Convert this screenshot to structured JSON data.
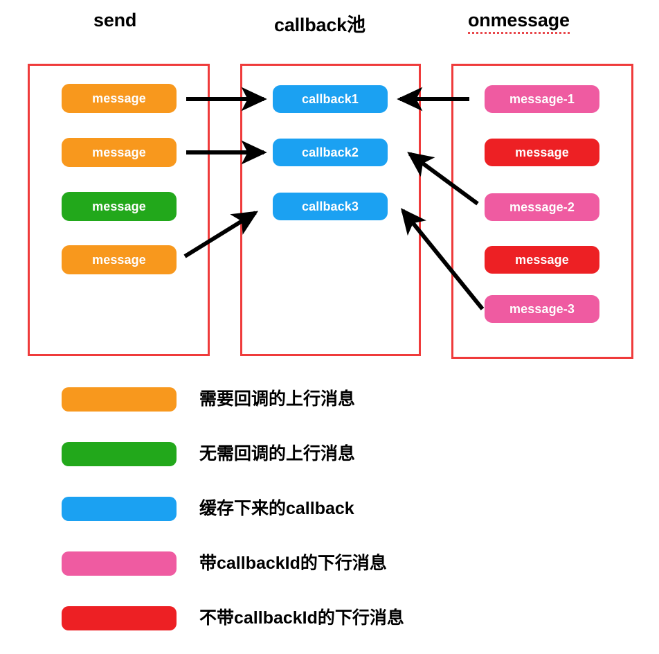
{
  "diagram": {
    "title_send": "send",
    "title_callback_pool": "callback池",
    "title_onmessage": "onmessage",
    "columns": [
      {
        "key": "send",
        "title": "send",
        "spellcheck_underline": false,
        "items": [
          {
            "label": "message",
            "color": "#F8981D",
            "kind": "upstream-needs-callback"
          },
          {
            "label": "message",
            "color": "#F8981D",
            "kind": "upstream-needs-callback"
          },
          {
            "label": "message",
            "color": "#22A81B",
            "kind": "upstream-no-callback"
          },
          {
            "label": "message",
            "color": "#F8981D",
            "kind": "upstream-needs-callback"
          }
        ]
      },
      {
        "key": "callback-pool",
        "title": "callback池",
        "spellcheck_underline": false,
        "items": [
          {
            "label": "callback1",
            "color": "#1BA1F2",
            "kind": "cached-callback"
          },
          {
            "label": "callback2",
            "color": "#1BA1F2",
            "kind": "cached-callback"
          },
          {
            "label": "callback3",
            "color": "#1BA1F2",
            "kind": "cached-callback"
          }
        ]
      },
      {
        "key": "onmessage",
        "title": "onmessage",
        "spellcheck_underline": true,
        "items": [
          {
            "label": "message-1",
            "color": "#EF5BA1",
            "kind": "downstream-with-callbackid"
          },
          {
            "label": "message",
            "color": "#ED2024",
            "kind": "downstream-without-callbackid"
          },
          {
            "label": "message-2",
            "color": "#EF5BA1",
            "kind": "downstream-with-callbackid"
          },
          {
            "label": "message",
            "color": "#ED2024",
            "kind": "downstream-without-callbackid"
          },
          {
            "label": "message-3",
            "color": "#EF5BA1",
            "kind": "downstream-with-callbackid"
          }
        ]
      }
    ],
    "connections": [
      {
        "from": "send.message#1",
        "to": "callback-pool.callback1",
        "direction": "right",
        "style": "straight"
      },
      {
        "from": "send.message#2",
        "to": "callback-pool.callback2",
        "direction": "right",
        "style": "straight"
      },
      {
        "from": "send.message#4",
        "to": "callback-pool.callback3",
        "direction": "right-up",
        "style": "diagonal"
      },
      {
        "from": "onmessage.message-1",
        "to": "callback-pool.callback1",
        "direction": "left",
        "style": "straight"
      },
      {
        "from": "onmessage.message-2",
        "to": "callback-pool.callback2",
        "direction": "left-up",
        "style": "diagonal"
      },
      {
        "from": "onmessage.message-3",
        "to": "callback-pool.callback3",
        "direction": "left-up",
        "style": "diagonal"
      }
    ]
  },
  "legend": {
    "items": [
      {
        "color": "#F8981D",
        "label": "需要回调的上行消息"
      },
      {
        "color": "#22A81B",
        "label": "无需回调的上行消息"
      },
      {
        "color": "#1BA1F2",
        "label": "缓存下来的callback"
      },
      {
        "color": "#EF5BA1",
        "label": "带callbackId的下行消息"
      },
      {
        "color": "#ED2024",
        "label": "不带callbackId的下行消息"
      }
    ]
  },
  "colors": {
    "frame_red": "#EF3B3B",
    "orange": "#F8981D",
    "green": "#22A81B",
    "blue": "#1BA1F2",
    "pink": "#EF5BA1",
    "red": "#ED2024",
    "arrow_black": "#000000",
    "spellcheck_red": "#E8474B",
    "background": "#FFFFFF"
  }
}
